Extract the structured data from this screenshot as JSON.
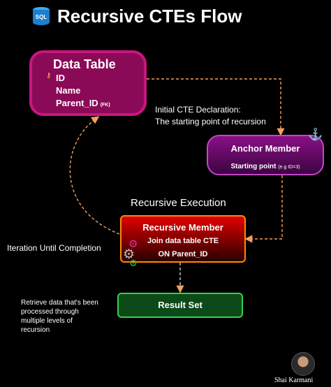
{
  "header": {
    "icon_text": "SQL",
    "title": "Recursive CTEs Flow"
  },
  "data_table": {
    "title": "Data Table",
    "fields": [
      "ID",
      "Name",
      "Parent_ID"
    ],
    "fk_tag": "(FK)",
    "key_icon": "key-icon"
  },
  "labels": {
    "initial_line1": "Initial CTE Declaration:",
    "initial_line2": "The starting point of recursion",
    "iteration": "Iteration Until Completion",
    "retrieve_lines": [
      "Retrieve data that's been",
      "processed through",
      "multiple levels of",
      "recursion"
    ]
  },
  "anchor": {
    "title": "Anchor Member",
    "sub": "Starting point",
    "sub_note": "(e.g ID=3)",
    "icon": "anchor-icon"
  },
  "recursive": {
    "section_title": "Recursive Execution",
    "title": "Recursive Member",
    "line1": "Join data table CTE",
    "line2": "ON Parent_ID",
    "icon": "gears-icon"
  },
  "result": {
    "title": "Result Set"
  },
  "author": {
    "name": "Shai Karmani"
  },
  "colors": {
    "data_table_fill": "#8b0a58",
    "anchor_border": "#c048c8",
    "recursive_border": "#ff8a00",
    "result_border": "#36d14a",
    "dashed_arrow": "#f5a05a"
  }
}
